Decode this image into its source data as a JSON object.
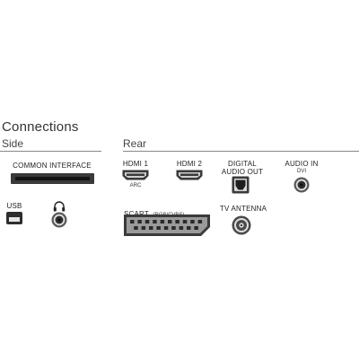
{
  "title": "Connections",
  "sections": {
    "side": "Side",
    "rear": "Rear"
  },
  "ports": {
    "common_interface": "COMMON INTERFACE",
    "usb": "USB",
    "hdmi1": "HDMI 1",
    "hdmi1_sub": "ARC",
    "hdmi2": "HDMI 2",
    "digital_audio_out_line1": "DIGITAL",
    "digital_audio_out_line2": "AUDIO OUT",
    "audio_in": "AUDIO IN",
    "audio_in_sub": "DVI",
    "scart": "SCART",
    "scart_sub": "(RGB/CVBS)",
    "tv_antenna": "TV ANTENNA"
  },
  "icons": {
    "headphones": "headphones-icon",
    "usb_port": "usb-port-icon",
    "hdmi_port": "hdmi-port-icon",
    "optical_port": "optical-port-icon",
    "jack_port": "audio-jack-icon",
    "scart_port": "scart-port-icon",
    "coax_port": "coax-antenna-icon"
  }
}
